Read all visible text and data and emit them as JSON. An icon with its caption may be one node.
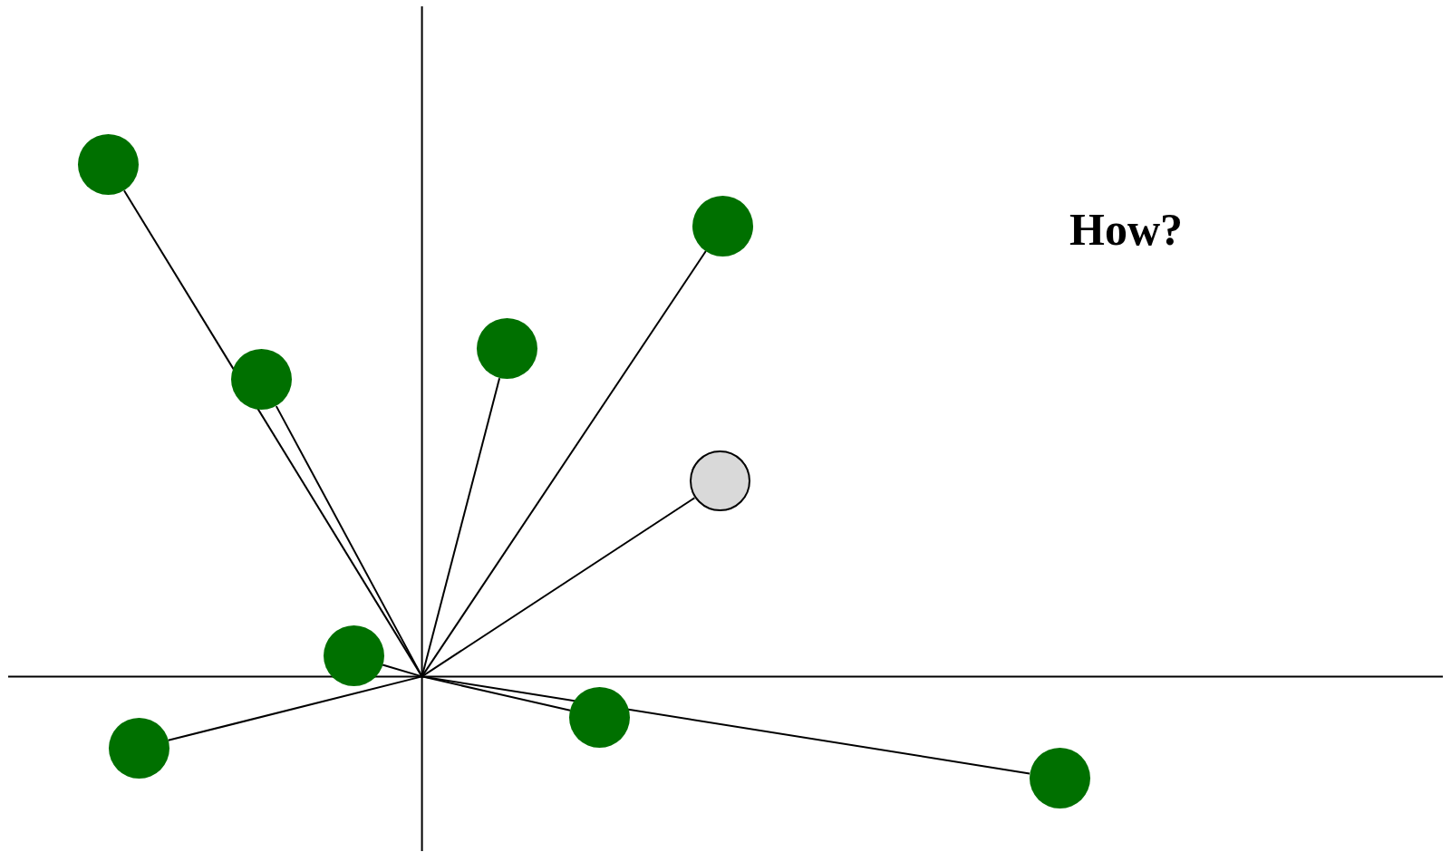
{
  "diagram": {
    "nodes": [
      {
        "text": [],
        "shape": "circle"
      },
      {
        "text": [],
        "shape": "circle"
      },
      {
        "text": [],
        "shape": "circle"
      },
      {
        "text": [],
        "shape": "circle"
      },
      {
        "text": [],
        "shape": "circle"
      },
      {
        "text": [],
        "shape": "circle"
      },
      {
        "text": [],
        "shape": "circle"
      },
      {
        "text": [],
        "shape": "circle"
      },
      {
        "text": [],
        "shape": "circle"
      }
    ],
    "edges": [
      {
        "from": null,
        "to": 0,
        "arrow": "none"
      },
      {
        "from": null,
        "to": 1,
        "arrow": "none"
      },
      {
        "from": null,
        "to": 2,
        "arrow": "none"
      },
      {
        "from": null,
        "to": 3,
        "arrow": "none"
      },
      {
        "from": null,
        "to": 4,
        "arrow": "none"
      },
      {
        "from": null,
        "to": 5,
        "arrow": "none"
      },
      {
        "from": null,
        "to": 6,
        "arrow": "none"
      },
      {
        "from": null,
        "to": 7,
        "arrow": "none"
      },
      {
        "from": null,
        "to": 8,
        "arrow": "none"
      }
    ],
    "labels": [
      "How?"
    ]
  }
}
